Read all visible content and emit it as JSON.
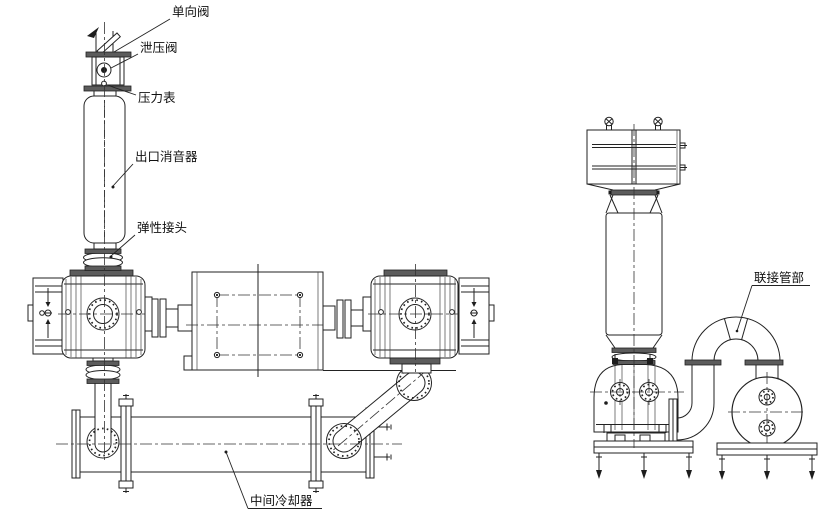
{
  "diagram": {
    "type": "engineering-drawing",
    "views": {
      "left": "front-view",
      "right": "side-view"
    },
    "labels": {
      "check_valve": "单向阀",
      "relief_valve": "泄压阀",
      "pressure_gauge": "压力表",
      "outlet_silencer": "出口消音器",
      "flexible_joint": "弹性接头",
      "intercooler": "中间冷却器",
      "connecting_pipe": "联接管部"
    },
    "colors": {
      "line": "#222222",
      "background": "#ffffff",
      "flange_fill": "#5c5c5c"
    }
  }
}
